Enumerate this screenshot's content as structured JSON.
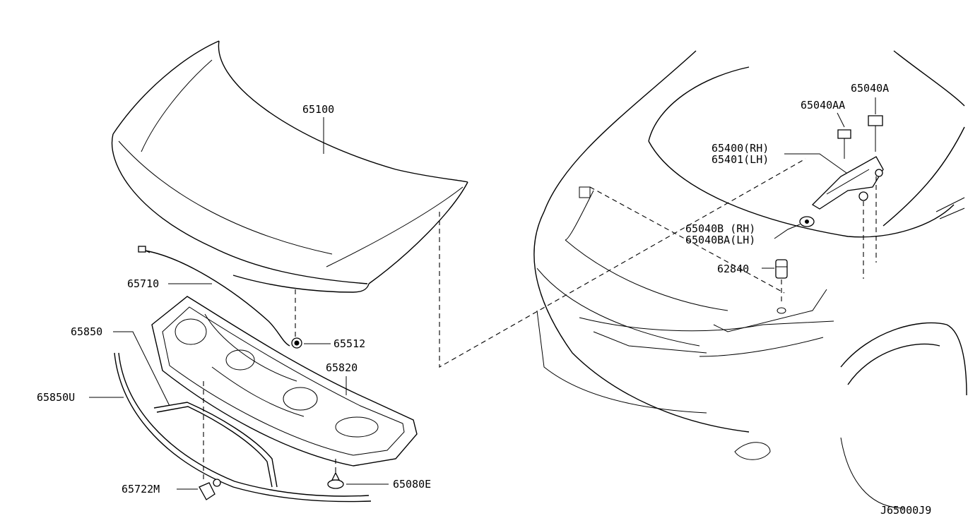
{
  "diagram": {
    "code": "J65000J9",
    "parts": [
      {
        "id": "hood",
        "number": "65100"
      },
      {
        "id": "hood-rod",
        "number": "65710"
      },
      {
        "id": "rod-clip",
        "number": "65512"
      },
      {
        "id": "hood-insulator",
        "number": "65820"
      },
      {
        "id": "seal-upper",
        "number": "65850"
      },
      {
        "id": "seal-lower",
        "number": "65850U"
      },
      {
        "id": "insulator-clip",
        "number": "65722M"
      },
      {
        "id": "clip-e",
        "number": "65080E"
      },
      {
        "id": "bolt-aa",
        "number": "65040AA"
      },
      {
        "id": "bolt-a",
        "number": "65040A"
      },
      {
        "id": "hinge-rh",
        "number": "65400(RH)"
      },
      {
        "id": "hinge-lh",
        "number": "65401(LH)"
      },
      {
        "id": "nut-rh",
        "number": "65040B (RH)"
      },
      {
        "id": "nut-lh",
        "number": "65040BA(LH)"
      },
      {
        "id": "bumper-rubber",
        "number": "62840"
      }
    ]
  }
}
